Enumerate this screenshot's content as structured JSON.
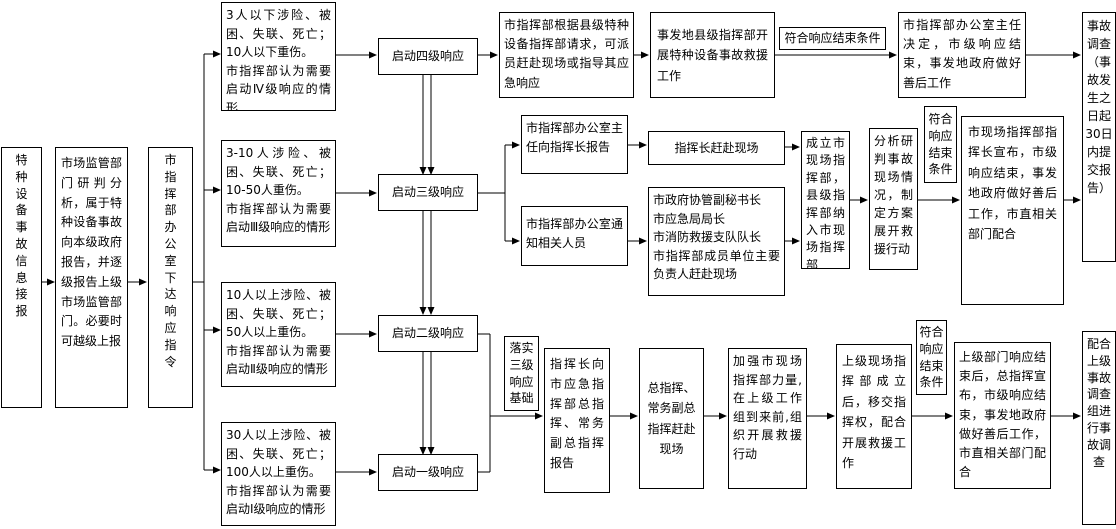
{
  "nodes": {
    "report_info": "特\n种\n设\n备\n事\n故\n信\n息\n接\n报",
    "market_dept": "市场监管部门研判分析，属于特种设备事故向本级政府报告，并逐级报告上级市场监管部门。必要时可越级上报",
    "command_office": "市\n指\n挥\n部\n办\n公\n室\n下\n达\n响\n应\n指\n令",
    "cond4": "3人以下涉险、被困、失联、死亡；10人以下重伤。\n市指挥部认为需要启动Ⅳ级响应的情形",
    "cond3": "3-10人涉险、被困、失联、死亡；10-50人重伤。\n市指挥部认为需要启动Ⅲ级响应的情形",
    "cond2": "10人以上涉险、被困、失联、死亡；50人以上重伤。\n市指挥部认为需要启动Ⅱ级响应的情形",
    "cond1": "30人以上涉险、被困、失联、死亡；100人以上重伤。\n市指挥部认为需要启动Ⅰ级响应的情形",
    "start4": "启动四级响应",
    "start3": "启动三级响应",
    "start2": "启动二级响应",
    "start1": "启动一级响应",
    "l4_dispatch": "市指挥部根据县级特种设备指挥部请求，可派员赶赴现场或指导其应急响应",
    "l4_county": "事发地县级指挥部开展特种设备事故救援工作",
    "l4_end_cond": "符合响应结束条件",
    "l4_end": "市指挥部办公室主任决定，市级响应结束，事发地政府做好善后工作",
    "l3_report": "市指挥部办公室主任向指挥长报告",
    "l3_notify": "市指挥部办公室通知相关人员",
    "l3_chief": "指挥长赶赴现场",
    "l3_staff": "市政府协管副秘书长\n市应急局局长\n市消防救援支队队长\n市指挥部成员单位主要负责人赶赴现场",
    "l3_site_hq": "成立市现场指挥部，县级指挥部纳入市现场指挥部",
    "l3_analyze": "分析研判事故现场情况，制定方案展开救援行动",
    "l3_end_cond": "符合响应结束条件",
    "l3_end": "市现场指挥部指挥长宣布，市级响应结束，事发地政府做好善后工作，市直相关部门配合",
    "investigation": "事故调查（事故发生之日起30日内提交报告）",
    "l12_basis": "落实三级响应基础",
    "l12_report": "指挥长向市应急指挥部总指挥、常务副总指挥报告",
    "l12_go": "总指挥、常务副总指挥赶赴现场",
    "l12_strengthen": "加强市现场指挥部力量,在上级工作组到来前,组织开展救援行动",
    "l12_upper": "上级现场指挥部成立后，移交指挥权，配合开展救援工作",
    "l12_end_cond": "符合响应结束条件",
    "l12_end": "上级部门响应结束后，总指挥宣布，市级响应结束，事发地政府做好善后工作，市直相关部门配合",
    "l12_assist": "配合上级事故调查组进行事故调查"
  }
}
